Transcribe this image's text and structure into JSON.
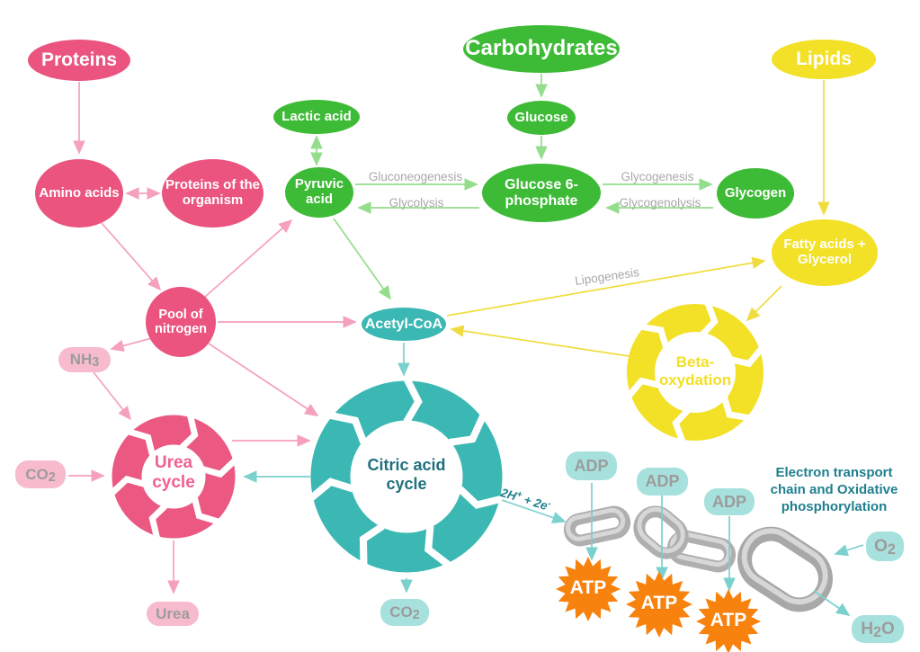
{
  "colors": {
    "pink": "#EA547F",
    "pink_light_badge": "#F8BACD",
    "pink_arrow": "#F5A0BD",
    "green": "#3EBB36",
    "green_arrow": "#94DD8C",
    "yellow": "#F2E126",
    "yellow_arrow": "#EFDD3F",
    "teal": "#3CB8B4",
    "teal_light_badge": "#A7E1DD",
    "teal_arrow": "#7AD1CD",
    "teal_dark_text": "#1F7F8E",
    "orange_atp": "#F8820E",
    "gray_label": "#A8A8A8",
    "gray_badge_text": "#9C9C9C",
    "chain_gray": "#AFAFAF"
  },
  "nodes": {
    "proteins": "Proteins",
    "carbohydrates": "Carbohydrates",
    "lipids": "Lipids",
    "lactic_acid": "Lactic acid",
    "glucose": "Glucose",
    "amino_acids": "Amino acids",
    "proteins_of_the_organism": "Proteins of the\norganism",
    "pyruvic_acid": "Pyruvic\nacid",
    "glucose_6_phosphate": "Glucose 6-\nphosphate",
    "glycogen": "Glycogen",
    "fatty_acids_glycerol": "Fatty acids +\nGlycerol",
    "pool_of_nitrogen": "Pool of\nnitrogen",
    "acetyl_coa": "Acetyl-CoA"
  },
  "cycles": {
    "urea": "Urea\ncycle",
    "citric": "Citric acid\ncycle",
    "beta": "Beta-\noxydation"
  },
  "pathway_labels": {
    "gluconeogenesis": "Gluconeogenesis",
    "glycolysis": "Glycolysis",
    "glycogenesis": "Glycogenesis",
    "glycogenolysis": "Glycogenolysis",
    "lipogenesis": "Lipogenesis"
  },
  "molecules": {
    "nh3": {
      "pre": "NH",
      "sub": "3"
    },
    "co2_left": {
      "pre": "CO",
      "sub": "2"
    },
    "urea": "Urea",
    "co2_bottom": {
      "pre": "CO",
      "sub": "2"
    },
    "o2": {
      "pre": "O",
      "sub": "2"
    },
    "h2o": {
      "pre": "H",
      "sub": "2",
      "post": "O"
    }
  },
  "energy": {
    "adp": "ADP",
    "atp": "ATP"
  },
  "annotations": {
    "electron_transport": "Electron transport\nchain and Oxidative\nphosphorylation",
    "reaction": {
      "a": "2H",
      "a_sup": "+",
      "b": " + 2e",
      "b_sup": "-"
    }
  }
}
